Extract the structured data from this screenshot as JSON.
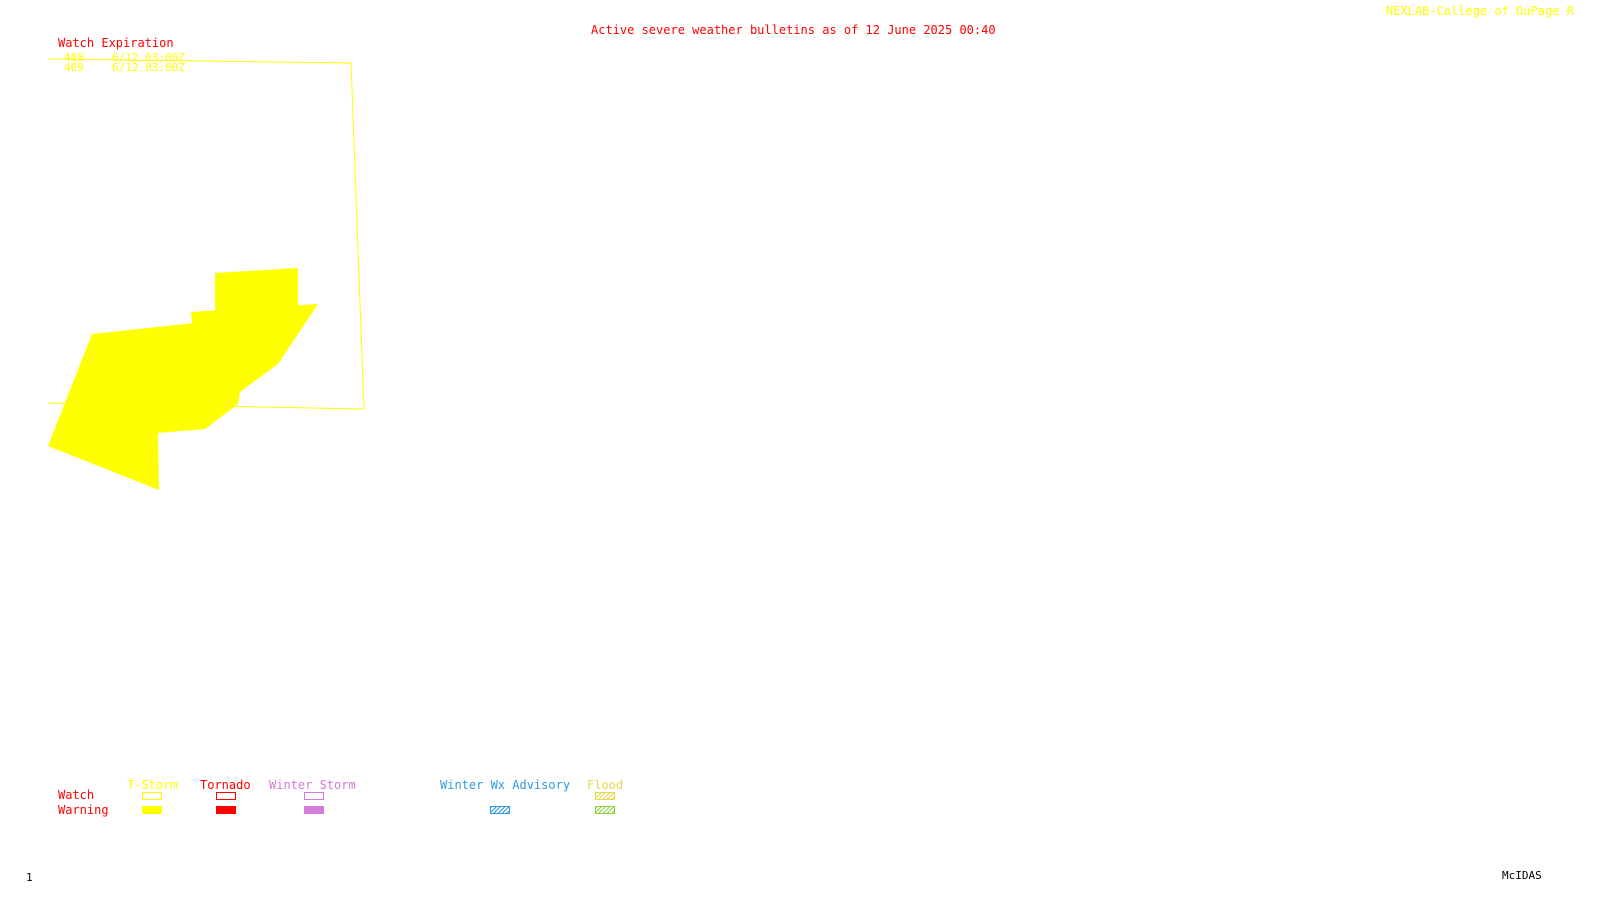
{
  "header": {
    "title": "Active severe weather bulletins as of 12 June 2025 00:40",
    "credit": "NEXLAB-College of DuPage R"
  },
  "watch_expiration": {
    "heading": "Watch Expiration",
    "rows": [
      {
        "id": "408",
        "expires": "6/12 03:00Z"
      },
      {
        "id": "409",
        "expires": "6/12 03:00Z"
      }
    ]
  },
  "legend": {
    "row_labels": {
      "watch": "Watch",
      "warning": "Warning"
    },
    "categories": [
      {
        "label": "T-Storm",
        "color": "#ffff00"
      },
      {
        "label": "Tornado",
        "color": "#ff0000"
      },
      {
        "label": "Winter Storm",
        "color": "#d27bd8"
      },
      {
        "label": "Winter Wx Advisory",
        "color": "#2f9be0"
      },
      {
        "label": "Flood",
        "color": "#e6d84a"
      }
    ]
  },
  "footer": {
    "frame_number": "1",
    "software": "McIDAS"
  },
  "colors": {
    "title": "#ff0000",
    "credit": "#ffff00",
    "watch_outline": "#ffff00",
    "warning_fill": "#ffff00"
  }
}
